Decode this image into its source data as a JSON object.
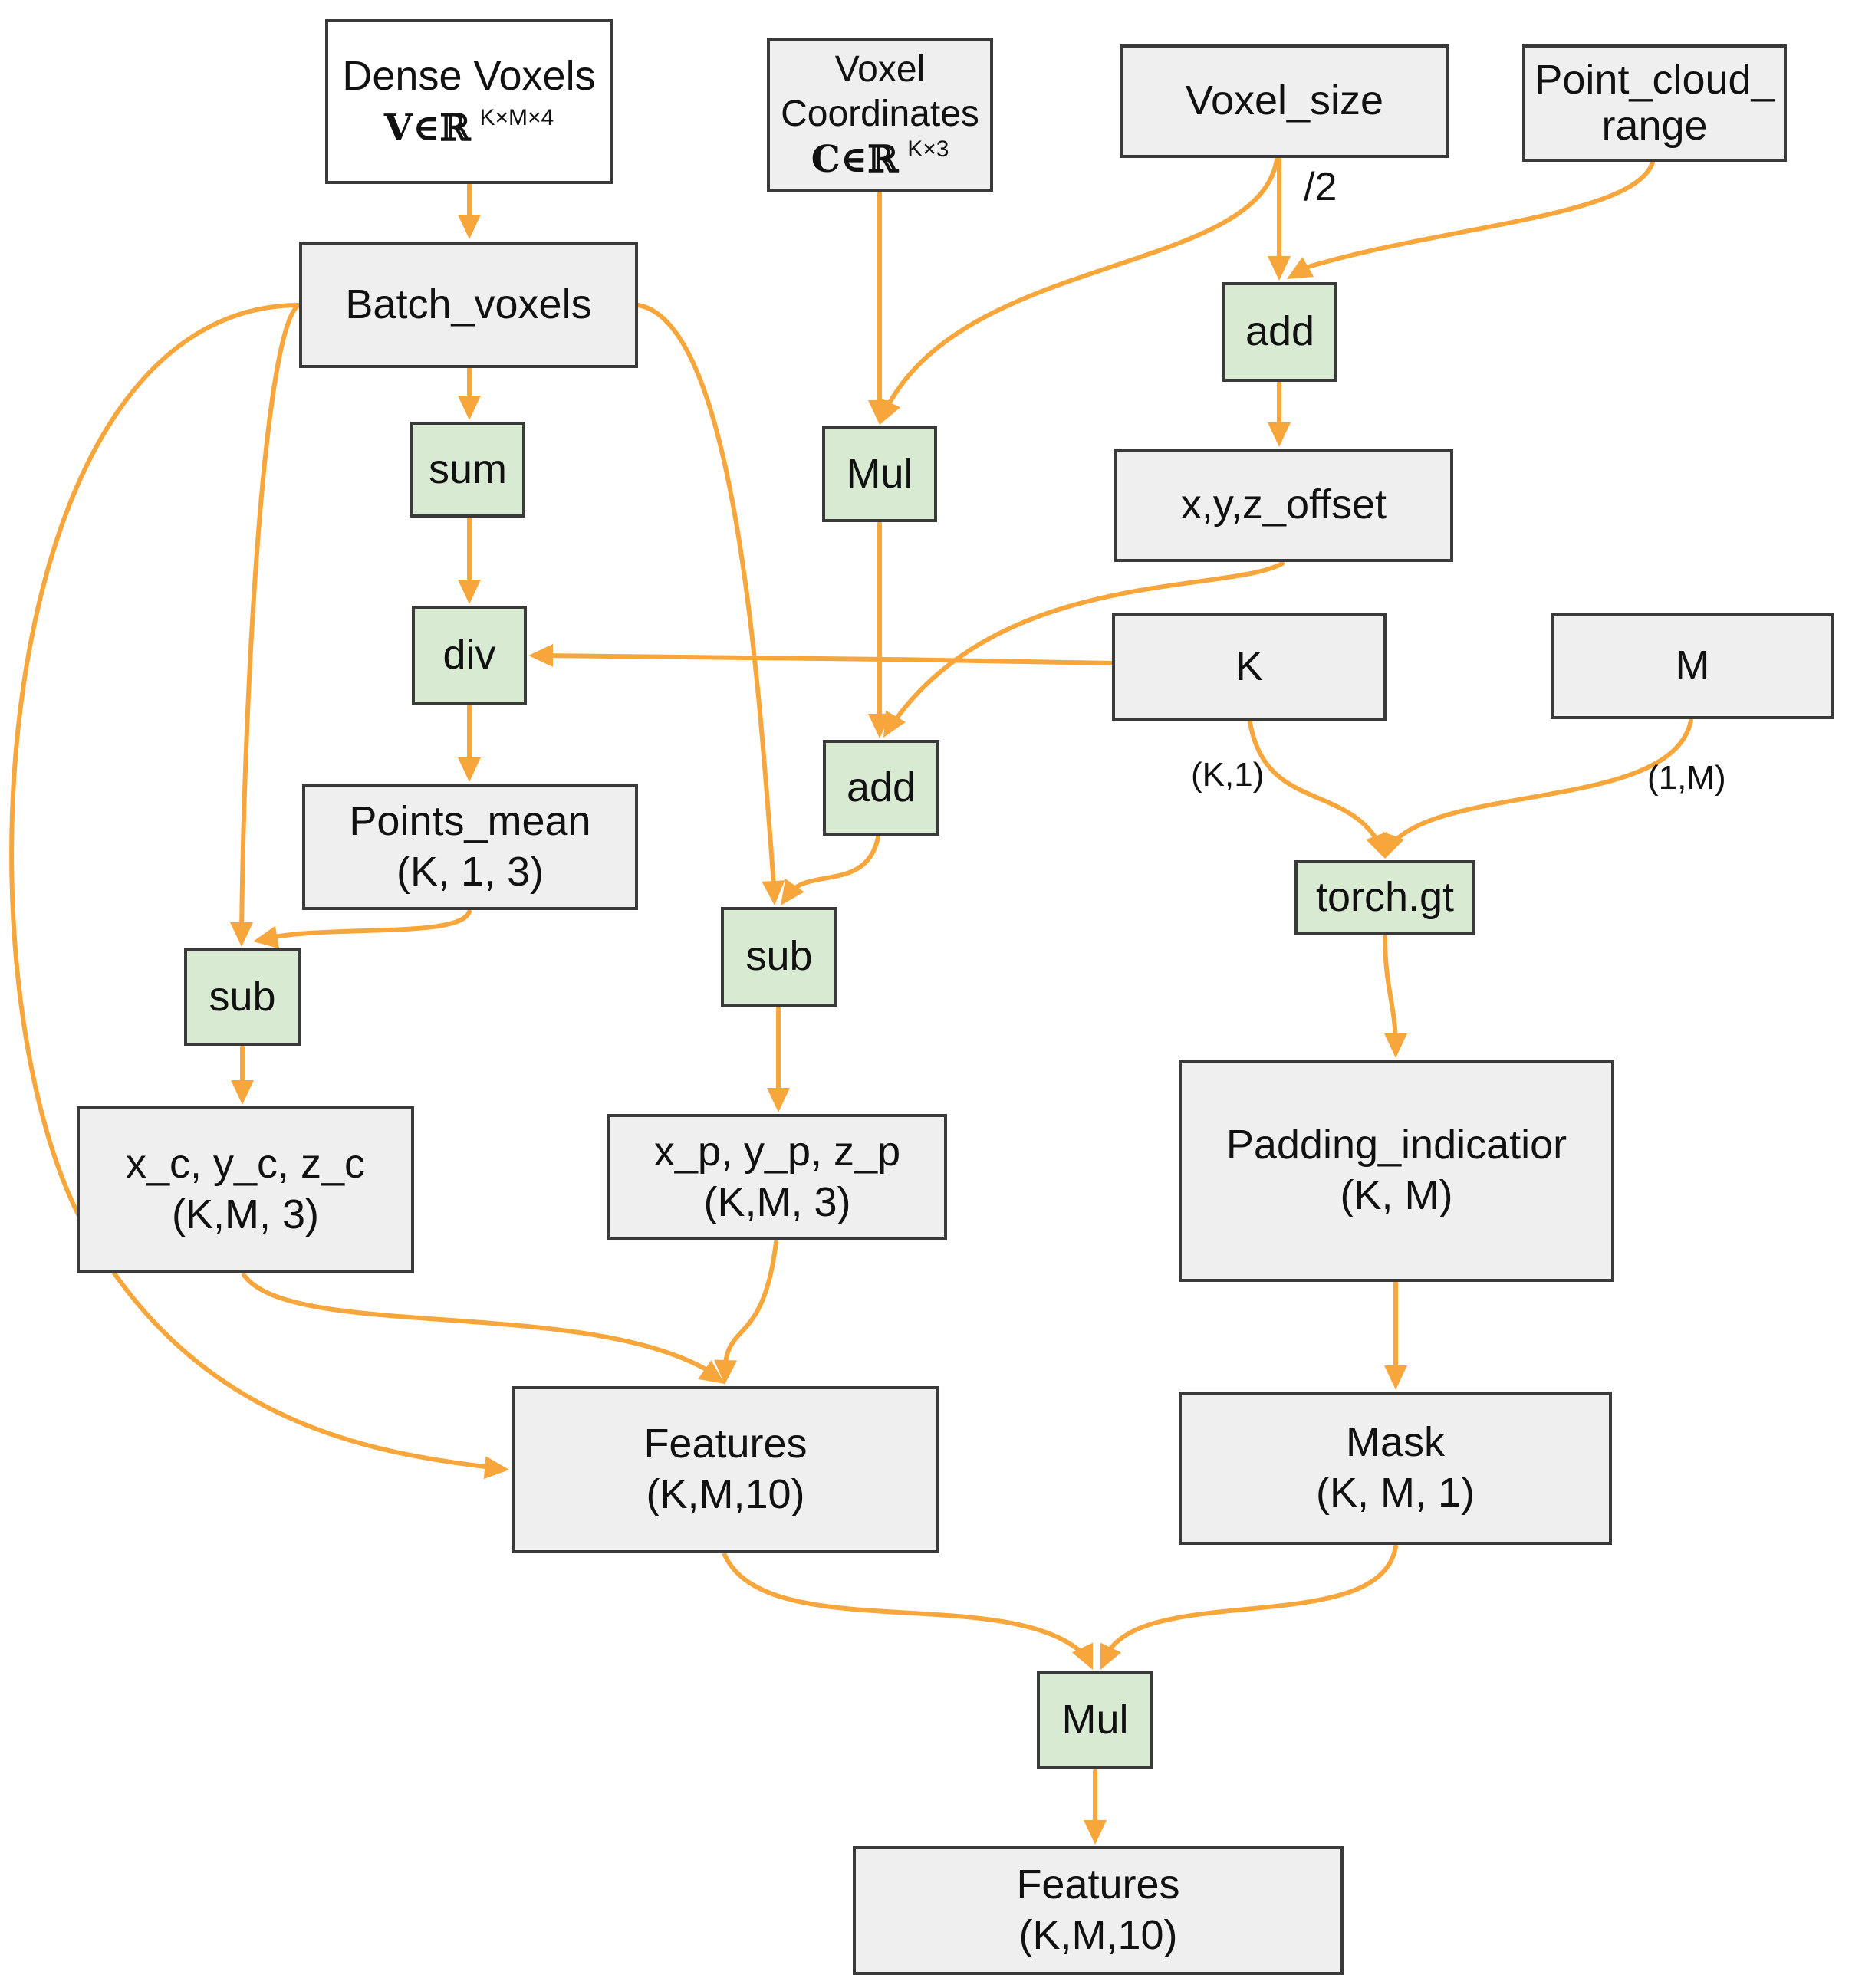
{
  "nodes": {
    "dense_voxels": {
      "line1": "Dense Voxels",
      "math": "V∈ℝ",
      "sup": "K×M×4"
    },
    "voxel_coords": {
      "line1": "Voxel",
      "line2": "Coordinates",
      "math": "C∈ℝ",
      "sup": "K×3"
    },
    "voxel_size": {
      "label": "Voxel_size"
    },
    "point_cloud_range": {
      "line1": "Point_cloud_",
      "line2": "range"
    },
    "batch_voxels": {
      "label": "Batch_voxels"
    },
    "sum": {
      "label": "sum"
    },
    "div": {
      "label": "div"
    },
    "mul_top": {
      "label": "Mul"
    },
    "add_top": {
      "label": "add"
    },
    "xyz_offset": {
      "label": "x,y,z_offset"
    },
    "k": {
      "label": "K"
    },
    "m": {
      "label": "M"
    },
    "points_mean": {
      "line1": "Points_mean",
      "line2": "(K, 1, 3)"
    },
    "add_mid": {
      "label": "add"
    },
    "sub_left": {
      "label": "sub"
    },
    "sub_mid": {
      "label": "sub"
    },
    "torch_gt": {
      "label": "torch.gt"
    },
    "xc": {
      "line1": "x_c, y_c, z_c",
      "line2": "(K,M, 3)"
    },
    "xp": {
      "line1": "x_p, y_p, z_p",
      "line2": "(K,M, 3)"
    },
    "padding": {
      "line1": "Padding_indicatior",
      "line2": "(K, M)"
    },
    "features_mid": {
      "line1": "Features",
      "line2": "(K,M,10)"
    },
    "mask": {
      "line1": "Mask",
      "line2": "(K, M, 1)"
    },
    "mul_bottom": {
      "label": "Mul"
    },
    "features_out": {
      "line1": "Features",
      "line2": "(K,M,10)"
    }
  },
  "edge_labels": {
    "half": "/2",
    "k1": "(K,1)",
    "one_m": "(1,M)"
  },
  "colors": {
    "edge": "#f7a63c",
    "op_fill": "#d9ead3",
    "box_fill": "#efefef",
    "border": "#3a3a3a"
  }
}
